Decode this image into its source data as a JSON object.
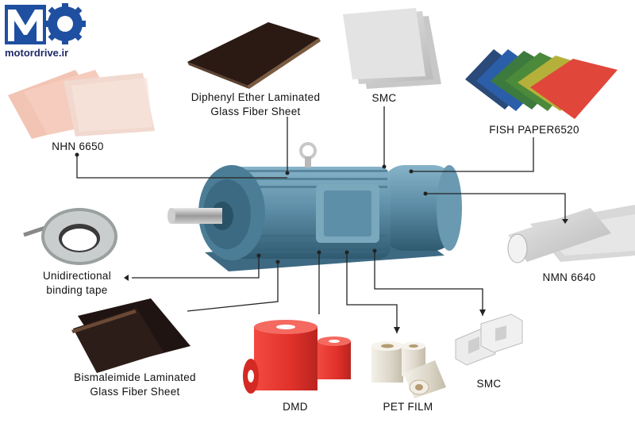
{
  "brand": {
    "site": "motordrive.ir",
    "logo_letters": "MD"
  },
  "labels": {
    "diphenyl": [
      "Diphenyl Ether Laminated",
      "Glass Fiber Sheet"
    ],
    "smc_top": "SMC",
    "fish_paper": "FISH PAPER6520",
    "nhn": "NHN 6650",
    "nmn": "NMN 6640",
    "binding": [
      "Unidirectional",
      "binding tape"
    ],
    "bismaleimide": [
      "Bismaleimide Laminated",
      "Glass Fiber Sheet"
    ],
    "dmd": "DMD",
    "pet": "PET FILM",
    "smc_bottom": "SMC"
  },
  "colors": {
    "motor_body": "#5e8fa8",
    "motor_dark": "#3d6a82",
    "leader_line": "#222222",
    "dmd_red": "#e8332b",
    "fish_red": "#e0463a",
    "logo_blue": "#1f4fa0"
  }
}
